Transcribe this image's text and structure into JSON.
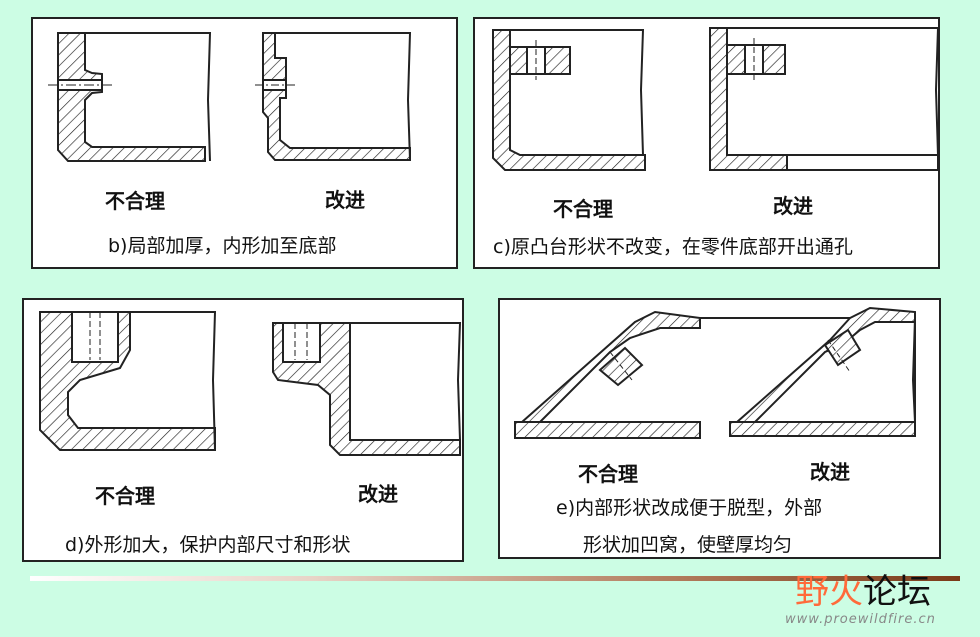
{
  "panels": {
    "b": {
      "bad": "不合理",
      "good": "改进",
      "caption": "b)局部加厚，内形加至底部"
    },
    "c": {
      "bad": "不合理",
      "good": "改进",
      "caption": "c)原凸台形状不改变，在零件底部开出通孔"
    },
    "d": {
      "bad": "不合理",
      "good": "改进",
      "caption": "d)外形加大，保护内部尺寸和形状"
    },
    "e": {
      "bad": "不合理",
      "good": "改进",
      "caption_line1": "e)内部形状改成便于脱型，外部",
      "caption_line2": "形状加凹窝，使壁厚均匀"
    }
  },
  "watermark": {
    "name_part1": "野火",
    "name_part2": "论坛",
    "url": "www.proewildfire.cn"
  },
  "colors": {
    "background": "#ccfde4",
    "watermark_accent": "#ff6a3a"
  }
}
